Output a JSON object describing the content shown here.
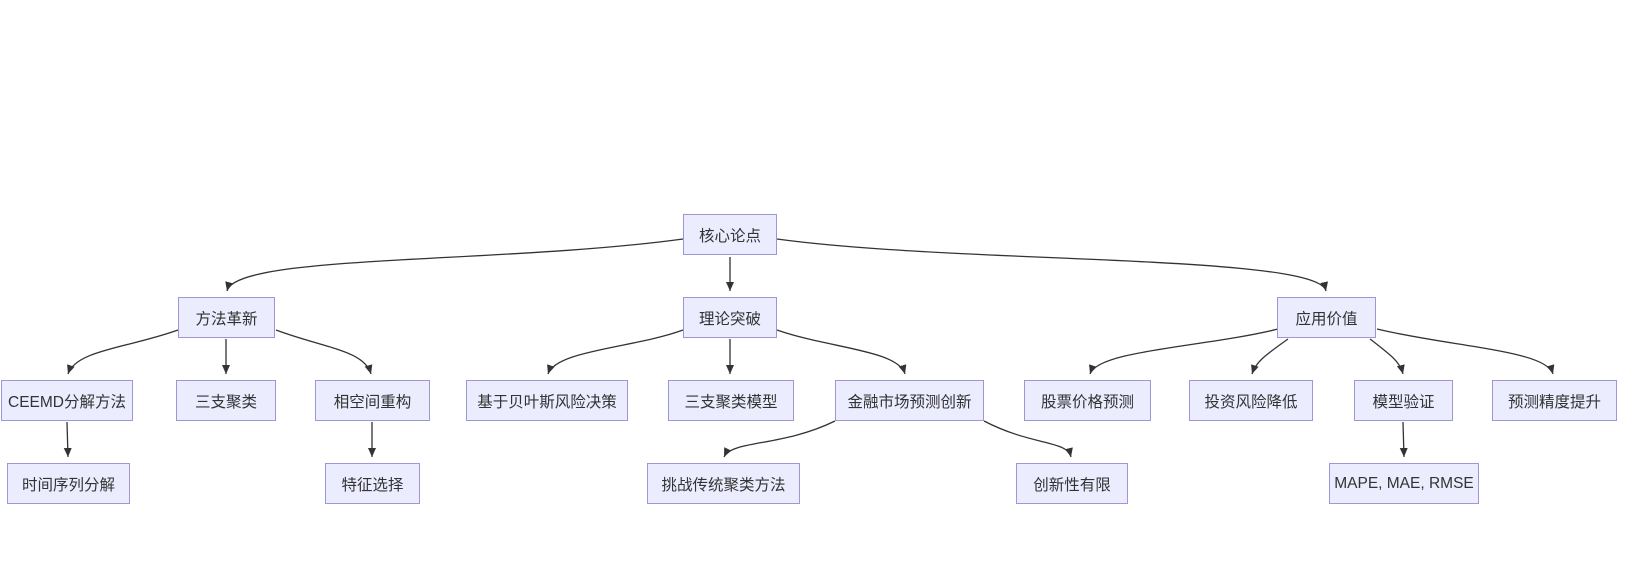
{
  "diagram": {
    "type": "flowchart-mindmap",
    "direction": "top-down",
    "colors": {
      "background": "#ffffff",
      "node_fill": "#ECECFF",
      "node_border": "#9f97d5",
      "node_text": "#333333",
      "edge_stroke": "#333333"
    },
    "nodes": {
      "root": {
        "label": "核心论点"
      },
      "method": {
        "label": "方法革新"
      },
      "theory": {
        "label": "理论突破"
      },
      "value": {
        "label": "应用价值"
      },
      "ceemd": {
        "label": "CEEMD分解方法"
      },
      "threeway": {
        "label": "三支聚类"
      },
      "phase": {
        "label": "相空间重构"
      },
      "bayes": {
        "label": "基于贝叶斯风险决策"
      },
      "twcmodel": {
        "label": "三支聚类模型"
      },
      "finance": {
        "label": "金融市场预测创新"
      },
      "stock": {
        "label": "股票价格预测"
      },
      "risk": {
        "label": "投资风险降低"
      },
      "model": {
        "label": "模型验证"
      },
      "accuracy": {
        "label": "预测精度提升"
      },
      "tsdecomp": {
        "label": "时间序列分解"
      },
      "feature": {
        "label": "特征选择"
      },
      "challenge": {
        "label": "挑战传统聚类方法"
      },
      "limited": {
        "label": "创新性有限"
      },
      "mape": {
        "label": "MAPE, MAE, RMSE"
      }
    },
    "edges": [
      {
        "from": "核心论点",
        "to": "方法革新"
      },
      {
        "from": "核心论点",
        "to": "理论突破"
      },
      {
        "from": "核心论点",
        "to": "应用价值"
      },
      {
        "from": "方法革新",
        "to": "CEEMD分解方法"
      },
      {
        "from": "方法革新",
        "to": "三支聚类"
      },
      {
        "from": "方法革新",
        "to": "相空间重构"
      },
      {
        "from": "理论突破",
        "to": "基于贝叶斯风险决策"
      },
      {
        "from": "理论突破",
        "to": "三支聚类模型"
      },
      {
        "from": "理论突破",
        "to": "金融市场预测创新"
      },
      {
        "from": "应用价值",
        "to": "股票价格预测"
      },
      {
        "from": "应用价值",
        "to": "投资风险降低"
      },
      {
        "from": "应用价值",
        "to": "模型验证"
      },
      {
        "from": "应用价值",
        "to": "预测精度提升"
      },
      {
        "from": "CEEMD分解方法",
        "to": "时间序列分解"
      },
      {
        "from": "相空间重构",
        "to": "特征选择"
      },
      {
        "from": "金融市场预测创新",
        "to": "挑战传统聚类方法"
      },
      {
        "from": "金融市场预测创新",
        "to": "创新性有限"
      },
      {
        "from": "模型验证",
        "to": "MAPE, MAE, RMSE"
      }
    ]
  }
}
